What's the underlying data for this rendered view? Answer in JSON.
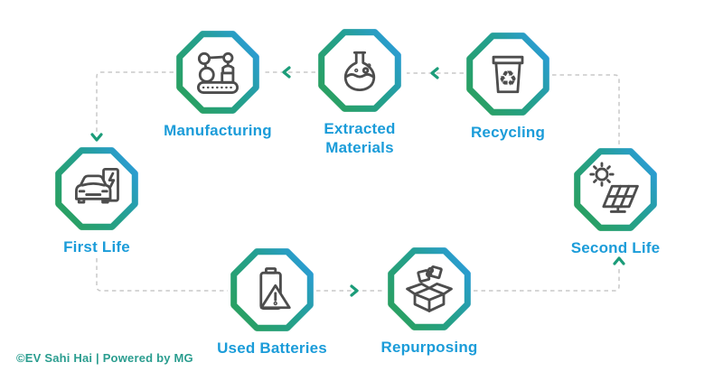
{
  "diagram": {
    "nodes": {
      "manufacturing": {
        "label": "Manufacturing",
        "icon": "robot-arm-icon"
      },
      "extracted_materials": {
        "label": "Extracted\nMaterials",
        "icon": "flask-icon"
      },
      "recycling": {
        "label": "Recycling",
        "icon": "recycle-bin-icon"
      },
      "first_life": {
        "label": "First Life",
        "icon": "ev-car-charging-icon"
      },
      "second_life": {
        "label": "Second Life",
        "icon": "solar-panel-icon"
      },
      "used_batteries": {
        "label": "Used Batteries",
        "icon": "battery-warning-icon"
      },
      "repurposing": {
        "label": "Repurposing",
        "icon": "open-box-puzzle-icon"
      }
    },
    "edges": [
      {
        "from": "Recycling",
        "to": "Extracted Materials"
      },
      {
        "from": "Extracted Materials",
        "to": "Manufacturing"
      },
      {
        "from": "Manufacturing",
        "to": "First Life"
      },
      {
        "from": "First Life",
        "to": "Used Batteries"
      },
      {
        "from": "Used Batteries",
        "to": "Repurposing"
      },
      {
        "from": "Repurposing",
        "to": "Second Life"
      },
      {
        "from": "Second Life",
        "to": "Recycling"
      }
    ],
    "footer": {
      "text": "©EV Sahi Hai | Powered by MG"
    }
  },
  "colors": {
    "accent_green": "#2aa05e",
    "accent_blue": "#2b9cd8",
    "label_blue": "#1b9cd9",
    "footer_teal": "#2a9d8f",
    "icon_gray": "#4d4d4d",
    "dash_gray": "#c8c8c8",
    "chevron_green": "#1b9c79",
    "bg": "#ffffff"
  }
}
